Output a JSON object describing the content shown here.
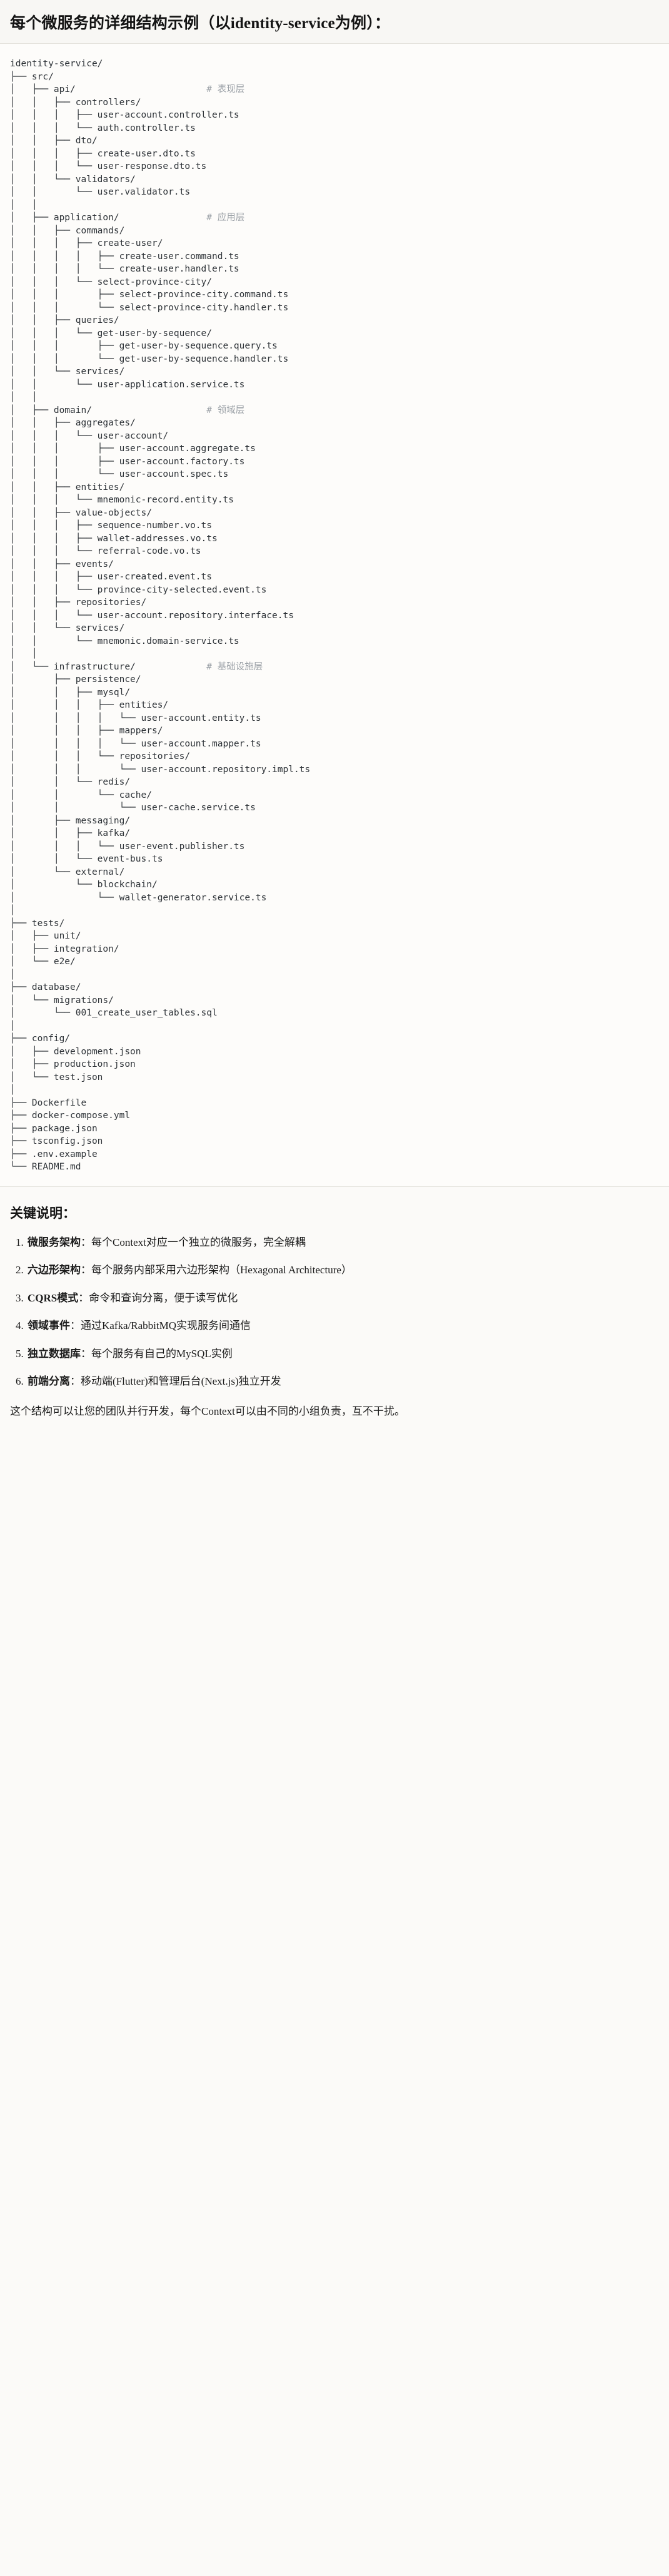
{
  "header": {
    "title": "每个微服务的详细结构示例（以identity-service为例）："
  },
  "tree": {
    "lines": [
      "identity-service/",
      "├── src/",
      "│   ├── api/                        # 表现层",
      "│   │   ├── controllers/",
      "│   │   │   ├── user-account.controller.ts",
      "│   │   │   └── auth.controller.ts",
      "│   │   ├── dto/",
      "│   │   │   ├── create-user.dto.ts",
      "│   │   │   └── user-response.dto.ts",
      "│   │   └── validators/",
      "│   │       └── user.validator.ts",
      "│   │",
      "│   ├── application/                # 应用层",
      "│   │   ├── commands/",
      "│   │   │   ├── create-user/",
      "│   │   │   │   ├── create-user.command.ts",
      "│   │   │   │   └── create-user.handler.ts",
      "│   │   │   └── select-province-city/",
      "│   │   │       ├── select-province-city.command.ts",
      "│   │   │       └── select-province-city.handler.ts",
      "│   │   ├── queries/",
      "│   │   │   └── get-user-by-sequence/",
      "│   │   │       ├── get-user-by-sequence.query.ts",
      "│   │   │       └── get-user-by-sequence.handler.ts",
      "│   │   └── services/",
      "│   │       └── user-application.service.ts",
      "│   │",
      "│   ├── domain/                     # 领域层",
      "│   │   ├── aggregates/",
      "│   │   │   └── user-account/",
      "│   │   │       ├── user-account.aggregate.ts",
      "│   │   │       ├── user-account.factory.ts",
      "│   │   │       └── user-account.spec.ts",
      "│   │   ├── entities/",
      "│   │   │   └── mnemonic-record.entity.ts",
      "│   │   ├── value-objects/",
      "│   │   │   ├── sequence-number.vo.ts",
      "│   │   │   ├── wallet-addresses.vo.ts",
      "│   │   │   └── referral-code.vo.ts",
      "│   │   ├── events/",
      "│   │   │   ├── user-created.event.ts",
      "│   │   │   └── province-city-selected.event.ts",
      "│   │   ├── repositories/",
      "│   │   │   └── user-account.repository.interface.ts",
      "│   │   └── services/",
      "│   │       └── mnemonic.domain-service.ts",
      "│   │",
      "│   └── infrastructure/             # 基础设施层",
      "│       ├── persistence/",
      "│       │   ├── mysql/",
      "│       │   │   ├── entities/",
      "│       │   │   │   └── user-account.entity.ts",
      "│       │   │   ├── mappers/",
      "│       │   │   │   └── user-account.mapper.ts",
      "│       │   │   └── repositories/",
      "│       │   │       └── user-account.repository.impl.ts",
      "│       │   └── redis/",
      "│       │       └── cache/",
      "│       │           └── user-cache.service.ts",
      "│       ├── messaging/",
      "│       │   ├── kafka/",
      "│       │   │   └── user-event.publisher.ts",
      "│       │   └── event-bus.ts",
      "│       └── external/",
      "│           └── blockchain/",
      "│               └── wallet-generator.service.ts",
      "│",
      "├── tests/",
      "│   ├── unit/",
      "│   ├── integration/",
      "│   └── e2e/",
      "│",
      "├── database/",
      "│   └── migrations/",
      "│       └── 001_create_user_tables.sql",
      "│",
      "├── config/",
      "│   ├── development.json",
      "│   ├── production.json",
      "│   └── test.json",
      "│",
      "├── Dockerfile",
      "├── docker-compose.yml",
      "├── package.json",
      "├── tsconfig.json",
      "├── .env.example",
      "└── README.md"
    ],
    "comment_marker": "#",
    "comments": [
      "表现层",
      "应用层",
      "领域层",
      "基础设施层"
    ],
    "comment_color": "#9aa0a6"
  },
  "notes": {
    "title": "关键说明：",
    "items": [
      {
        "term": "微服务架构",
        "sep": "：",
        "desc": "每个Context对应一个独立的微服务，完全解耦"
      },
      {
        "term": "六边形架构",
        "sep": "：",
        "desc": "每个服务内部采用六边形架构（Hexagonal Architecture）"
      },
      {
        "term": "CQRS模式",
        "sep": "：",
        "desc": "命令和查询分离，便于读写优化"
      },
      {
        "term": "领域事件",
        "sep": "：",
        "desc": "通过Kafka/RabbitMQ实现服务间通信"
      },
      {
        "term": "独立数据库",
        "sep": "：",
        "desc": "每个服务有自己的MySQL实例"
      },
      {
        "term": "前端分离",
        "sep": "：",
        "desc": "移动端(Flutter)和管理后台(Next.js)独立开发"
      }
    ],
    "closing": "这个结构可以让您的团队并行开发，每个Context可以由不同的小组负责，互不干扰。"
  }
}
